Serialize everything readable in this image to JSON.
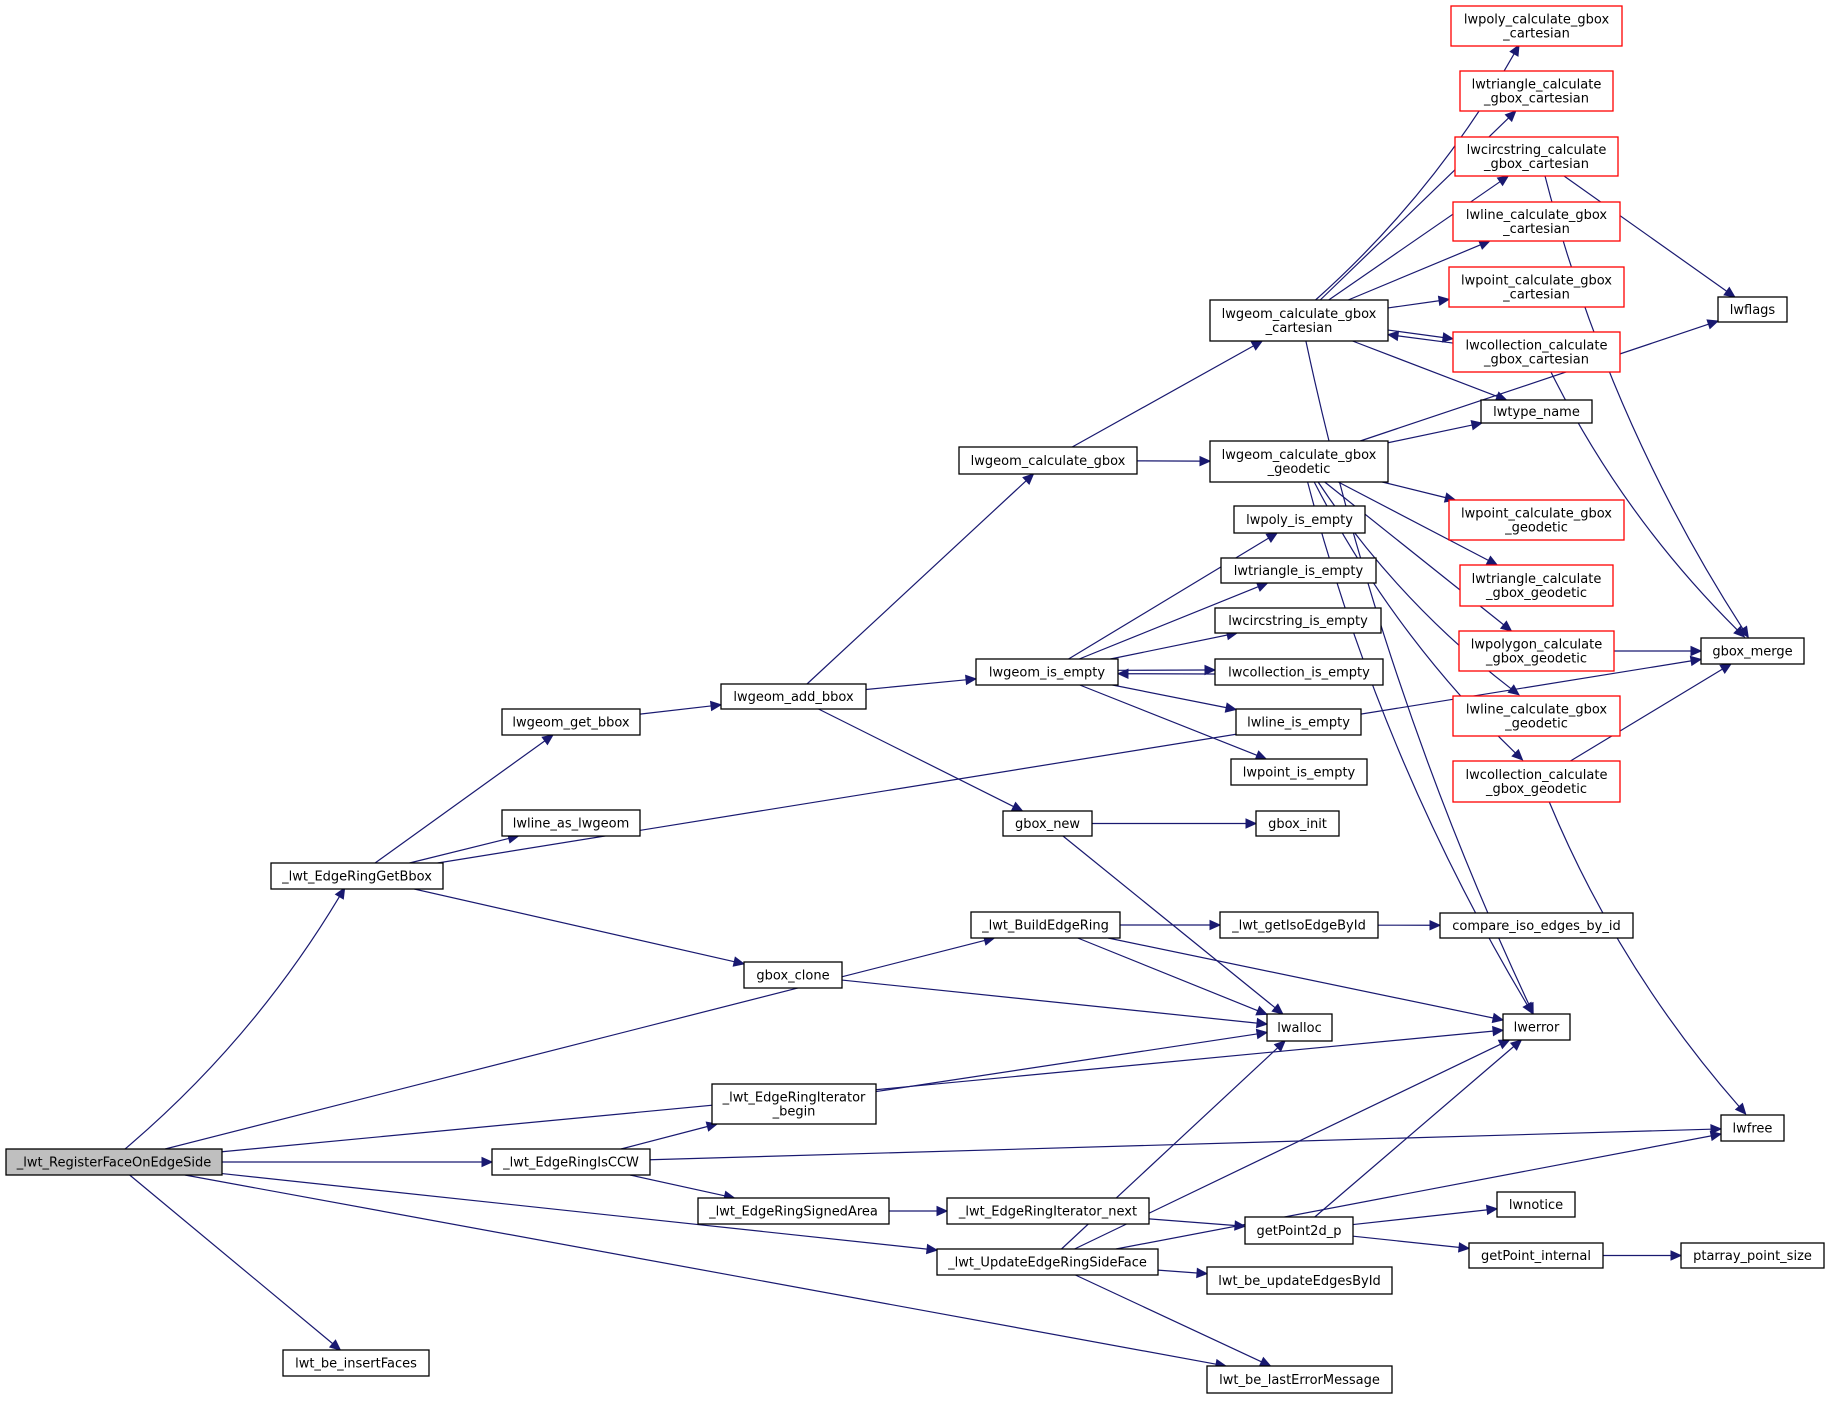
{
  "title": "_lwt_RegisterFaceOnEdgeSide call graph",
  "colors": {
    "edge": "#191970",
    "node_border": "#000000",
    "truncated_border": "#ff0000",
    "root_fill": "#bfbfbf",
    "node_fill": "#ffffff"
  },
  "nodes": [
    {
      "id": "root",
      "lines": [
        "_lwt_RegisterFaceOnEdgeSide"
      ],
      "kind": "root"
    },
    {
      "id": "getbbox",
      "lines": [
        "_lwt_EdgeRingGetBbox"
      ],
      "kind": "normal"
    },
    {
      "id": "insertfaces",
      "lines": [
        "lwt_be_insertFaces"
      ],
      "kind": "normal"
    },
    {
      "id": "lwgeom_get_bbox",
      "lines": [
        "lwgeom_get_bbox"
      ],
      "kind": "normal"
    },
    {
      "id": "lwline_as_lwgeom",
      "lines": [
        "lwline_as_lwgeom"
      ],
      "kind": "normal"
    },
    {
      "id": "isccw",
      "lines": [
        "_lwt_EdgeRingIsCCW"
      ],
      "kind": "normal"
    },
    {
      "id": "iter_begin",
      "lines": [
        "_lwt_EdgeRingIterator",
        "_begin"
      ],
      "kind": "normal"
    },
    {
      "id": "signedarea",
      "lines": [
        "_lwt_EdgeRingSignedArea"
      ],
      "kind": "normal"
    },
    {
      "id": "gbox_clone",
      "lines": [
        "gbox_clone"
      ],
      "kind": "normal"
    },
    {
      "id": "add_bbox",
      "lines": [
        "lwgeom_add_bbox"
      ],
      "kind": "normal"
    },
    {
      "id": "buildring",
      "lines": [
        "_lwt_BuildEdgeRing"
      ],
      "kind": "normal"
    },
    {
      "id": "gbox_new",
      "lines": [
        "gbox_new"
      ],
      "kind": "normal"
    },
    {
      "id": "is_empty",
      "lines": [
        "lwgeom_is_empty"
      ],
      "kind": "normal"
    },
    {
      "id": "calc_gbox",
      "lines": [
        "lwgeom_calculate_gbox"
      ],
      "kind": "normal"
    },
    {
      "id": "iter_next",
      "lines": [
        "_lwt_EdgeRingIterator_next"
      ],
      "kind": "normal"
    },
    {
      "id": "updateside",
      "lines": [
        "_lwt_UpdateEdgeRingSideFace"
      ],
      "kind": "normal"
    },
    {
      "id": "calc_cart",
      "lines": [
        "lwgeom_calculate_gbox",
        "_cartesian"
      ],
      "kind": "normal"
    },
    {
      "id": "calc_geo",
      "lines": [
        "lwgeom_calculate_gbox",
        "_geodetic"
      ],
      "kind": "normal"
    },
    {
      "id": "poly_empty",
      "lines": [
        "lwpoly_is_empty"
      ],
      "kind": "normal"
    },
    {
      "id": "tri_empty",
      "lines": [
        "lwtriangle_is_empty"
      ],
      "kind": "normal"
    },
    {
      "id": "circ_empty",
      "lines": [
        "lwcircstring_is_empty"
      ],
      "kind": "normal"
    },
    {
      "id": "coll_empty",
      "lines": [
        "lwcollection_is_empty"
      ],
      "kind": "normal"
    },
    {
      "id": "line_empty",
      "lines": [
        "lwline_is_empty"
      ],
      "kind": "normal"
    },
    {
      "id": "point_empty",
      "lines": [
        "lwpoint_is_empty"
      ],
      "kind": "normal"
    },
    {
      "id": "gbox_init",
      "lines": [
        "gbox_init"
      ],
      "kind": "normal"
    },
    {
      "id": "getisoedge",
      "lines": [
        "_lwt_getIsoEdgeById"
      ],
      "kind": "normal"
    },
    {
      "id": "lwalloc",
      "lines": [
        "lwalloc"
      ],
      "kind": "normal"
    },
    {
      "id": "getpoint2d",
      "lines": [
        "getPoint2d_p"
      ],
      "kind": "normal"
    },
    {
      "id": "updateedges",
      "lines": [
        "lwt_be_updateEdgesById"
      ],
      "kind": "normal"
    },
    {
      "id": "lasterror",
      "lines": [
        "lwt_be_lastErrorMessage"
      ],
      "kind": "normal"
    },
    {
      "id": "poly_cart",
      "lines": [
        "lwpoly_calculate_gbox",
        "_cartesian"
      ],
      "kind": "truncated"
    },
    {
      "id": "tri_cart",
      "lines": [
        "lwtriangle_calculate",
        "_gbox_cartesian"
      ],
      "kind": "truncated"
    },
    {
      "id": "circ_cart",
      "lines": [
        "lwcircstring_calculate",
        "_gbox_cartesian"
      ],
      "kind": "truncated"
    },
    {
      "id": "line_cart",
      "lines": [
        "lwline_calculate_gbox",
        "_cartesian"
      ],
      "kind": "truncated"
    },
    {
      "id": "point_cart",
      "lines": [
        "lwpoint_calculate_gbox",
        "_cartesian"
      ],
      "kind": "truncated"
    },
    {
      "id": "coll_cart",
      "lines": [
        "lwcollection_calculate",
        "_gbox_cartesian"
      ],
      "kind": "truncated"
    },
    {
      "id": "lwflags",
      "lines": [
        "lwflags"
      ],
      "kind": "normal"
    },
    {
      "id": "lwtype_name",
      "lines": [
        "lwtype_name"
      ],
      "kind": "normal"
    },
    {
      "id": "point_geo",
      "lines": [
        "lwpoint_calculate_gbox",
        "_geodetic"
      ],
      "kind": "truncated"
    },
    {
      "id": "tri_geo",
      "lines": [
        "lwtriangle_calculate",
        "_gbox_geodetic"
      ],
      "kind": "truncated"
    },
    {
      "id": "polygon_geo",
      "lines": [
        "lwpolygon_calculate",
        "_gbox_geodetic"
      ],
      "kind": "truncated"
    },
    {
      "id": "line_geo",
      "lines": [
        "lwline_calculate_gbox",
        "_geodetic"
      ],
      "kind": "truncated"
    },
    {
      "id": "coll_geo",
      "lines": [
        "lwcollection_calculate",
        "_gbox_geodetic"
      ],
      "kind": "truncated"
    },
    {
      "id": "gbox_merge",
      "lines": [
        "gbox_merge"
      ],
      "kind": "normal"
    },
    {
      "id": "compare_iso",
      "lines": [
        "compare_iso_edges_by_id"
      ],
      "kind": "normal"
    },
    {
      "id": "lwerror",
      "lines": [
        "lwerror"
      ],
      "kind": "normal"
    },
    {
      "id": "lwfree",
      "lines": [
        "lwfree"
      ],
      "kind": "normal"
    },
    {
      "id": "lwnotice",
      "lines": [
        "lwnotice"
      ],
      "kind": "normal"
    },
    {
      "id": "getpoint_internal",
      "lines": [
        "getPoint_internal"
      ],
      "kind": "normal"
    },
    {
      "id": "ptarray_point_size",
      "lines": [
        "ptarray_point_size"
      ],
      "kind": "normal"
    }
  ],
  "edges": [
    [
      "root",
      "getbbox"
    ],
    [
      "root",
      "buildring"
    ],
    [
      "root",
      "lwerror"
    ],
    [
      "root",
      "isccw"
    ],
    [
      "root",
      "updateside"
    ],
    [
      "root",
      "lasterror"
    ],
    [
      "root",
      "insertfaces"
    ],
    [
      "getbbox",
      "lwgeom_get_bbox"
    ],
    [
      "getbbox",
      "lwline_as_lwgeom"
    ],
    [
      "getbbox",
      "gbox_merge"
    ],
    [
      "getbbox",
      "gbox_clone"
    ],
    [
      "lwgeom_get_bbox",
      "add_bbox"
    ],
    [
      "add_bbox",
      "calc_gbox"
    ],
    [
      "add_bbox",
      "is_empty"
    ],
    [
      "add_bbox",
      "gbox_new"
    ],
    [
      "calc_gbox",
      "calc_cart"
    ],
    [
      "calc_gbox",
      "calc_geo"
    ],
    [
      "calc_cart",
      "poly_cart"
    ],
    [
      "calc_cart",
      "tri_cart"
    ],
    [
      "calc_cart",
      "circ_cart"
    ],
    [
      "calc_cart",
      "line_cart"
    ],
    [
      "calc_cart",
      "point_cart"
    ],
    [
      "calc_cart",
      "coll_cart"
    ],
    [
      "calc_cart",
      "lwtype_name"
    ],
    [
      "calc_cart",
      "lwerror"
    ],
    [
      "coll_cart",
      "calc_cart"
    ],
    [
      "circ_cart",
      "lwflags"
    ],
    [
      "circ_cart",
      "gbox_merge"
    ],
    [
      "coll_cart",
      "gbox_merge"
    ],
    [
      "calc_geo",
      "lwtype_name"
    ],
    [
      "calc_geo",
      "lwflags"
    ],
    [
      "calc_geo",
      "point_geo"
    ],
    [
      "calc_geo",
      "tri_geo"
    ],
    [
      "calc_geo",
      "polygon_geo"
    ],
    [
      "calc_geo",
      "line_geo"
    ],
    [
      "calc_geo",
      "coll_geo"
    ],
    [
      "calc_geo",
      "lwerror"
    ],
    [
      "polygon_geo",
      "gbox_merge"
    ],
    [
      "coll_geo",
      "gbox_merge"
    ],
    [
      "coll_geo",
      "lwfree"
    ],
    [
      "is_empty",
      "poly_empty"
    ],
    [
      "is_empty",
      "tri_empty"
    ],
    [
      "is_empty",
      "circ_empty"
    ],
    [
      "is_empty",
      "coll_empty"
    ],
    [
      "coll_empty",
      "is_empty"
    ],
    [
      "is_empty",
      "line_empty"
    ],
    [
      "is_empty",
      "point_empty"
    ],
    [
      "gbox_new",
      "gbox_init"
    ],
    [
      "gbox_new",
      "lwalloc"
    ],
    [
      "gbox_clone",
      "lwalloc"
    ],
    [
      "buildring",
      "getisoedge"
    ],
    [
      "buildring",
      "lwalloc"
    ],
    [
      "buildring",
      "lwerror"
    ],
    [
      "getisoedge",
      "compare_iso"
    ],
    [
      "isccw",
      "iter_begin"
    ],
    [
      "isccw",
      "signedarea"
    ],
    [
      "isccw",
      "lwfree"
    ],
    [
      "iter_begin",
      "lwalloc"
    ],
    [
      "signedarea",
      "iter_next"
    ],
    [
      "iter_next",
      "getpoint2d"
    ],
    [
      "getpoint2d",
      "lwerror"
    ],
    [
      "getpoint2d",
      "lwnotice"
    ],
    [
      "getpoint2d",
      "getpoint_internal"
    ],
    [
      "getpoint_internal",
      "ptarray_point_size"
    ],
    [
      "updateside",
      "lwalloc"
    ],
    [
      "updateside",
      "lwerror"
    ],
    [
      "updateside",
      "updateedges"
    ],
    [
      "updateside",
      "lasterror"
    ],
    [
      "updateside",
      "lwfree"
    ]
  ]
}
